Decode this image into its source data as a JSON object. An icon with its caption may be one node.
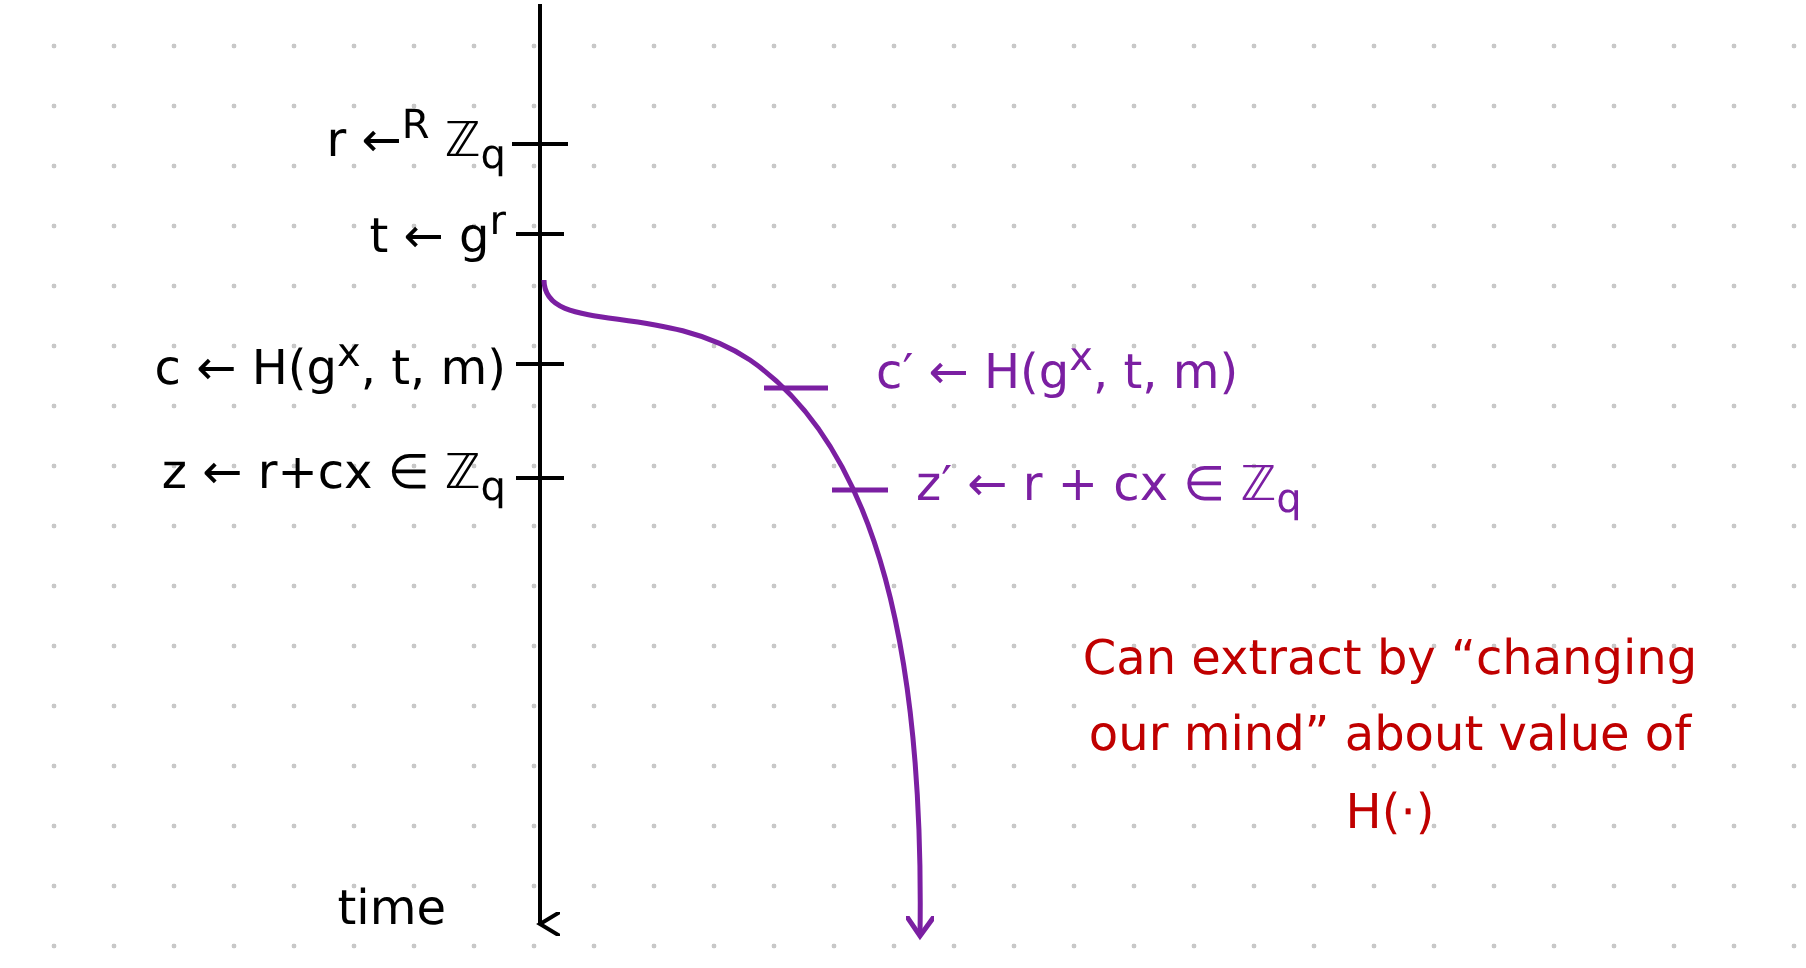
{
  "diagram": {
    "labels": [
      "r ←$^{R}$ ℤ$_{q}$",
      "t ← g$^{r}$",
      "c ← H(g$^{x}$, t, m)",
      "z ← r+cx ∈ ℤ$_{q}$",
      "c′ ← H(g$^{x}$, t, m)",
      "z′ ← r + cx ∈ ℤ$_{q}$",
      "Can extract by “changing our mind” about value of H(·)",
      "time"
    ]
  }
}
